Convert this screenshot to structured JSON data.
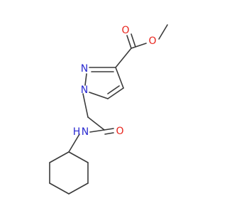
{
  "molecule": {
    "atom_labels": {
      "n_pyrazole_2": "N",
      "n_pyrazole_1": "N",
      "o_carbonyl_ester": "O",
      "o_ether_ester": "O",
      "o_amide": "O",
      "n_amide": "N",
      "h_amide": "H"
    },
    "colors": {
      "carbon_bonds": "#3a3a3a",
      "nitrogen": "#2b2bd0",
      "oxygen": "#e8241c"
    }
  }
}
